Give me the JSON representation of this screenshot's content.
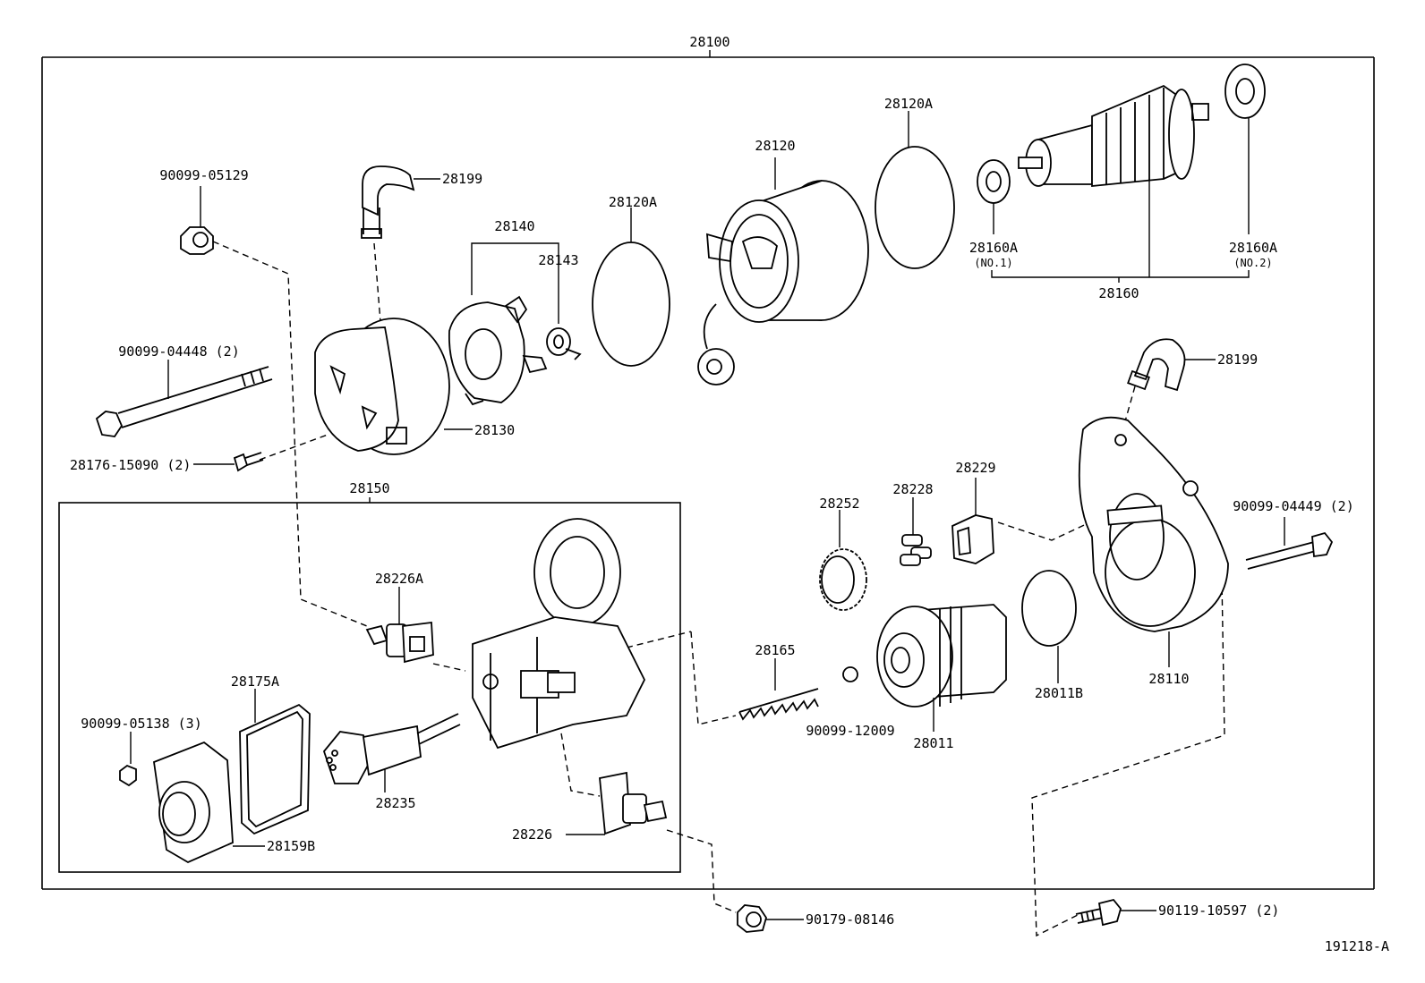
{
  "diagram_id": "191218-A",
  "assembly_label": "28100",
  "subassembly_label": "28150",
  "labels": {
    "p90099_05129": "90099-05129",
    "p28199_top": "28199",
    "p28140": "28140",
    "p28143": "28143",
    "p28120a_left": "28120A",
    "p28120": "28120",
    "p28120a_right": "28120A",
    "p28160a_no1": "28160A",
    "no1": "(NO.1)",
    "p28160a_no2": "28160A",
    "no2": "(NO.2)",
    "p28160": "28160",
    "p90099_04448": "90099-04448 (2)",
    "p28130": "28130",
    "p28176_15090": "28176-15090 (2)",
    "p28199_right": "28199",
    "p28229": "28229",
    "p28228": "28228",
    "p28252": "28252",
    "p90099_04449": "90099-04449 (2)",
    "p28226a": "28226A",
    "p28165": "28165",
    "p28175a": "28175A",
    "p90099_05138": "90099-05138 (3)",
    "p28235": "28235",
    "p90099_12009": "90099-12009",
    "p28011": "28011",
    "p28011b": "28011B",
    "p28110": "28110",
    "p28226": "28226",
    "p28159b": "28159B",
    "p90179_08146": "90179-08146",
    "p90119_10597": "90119-10597 (2)"
  }
}
